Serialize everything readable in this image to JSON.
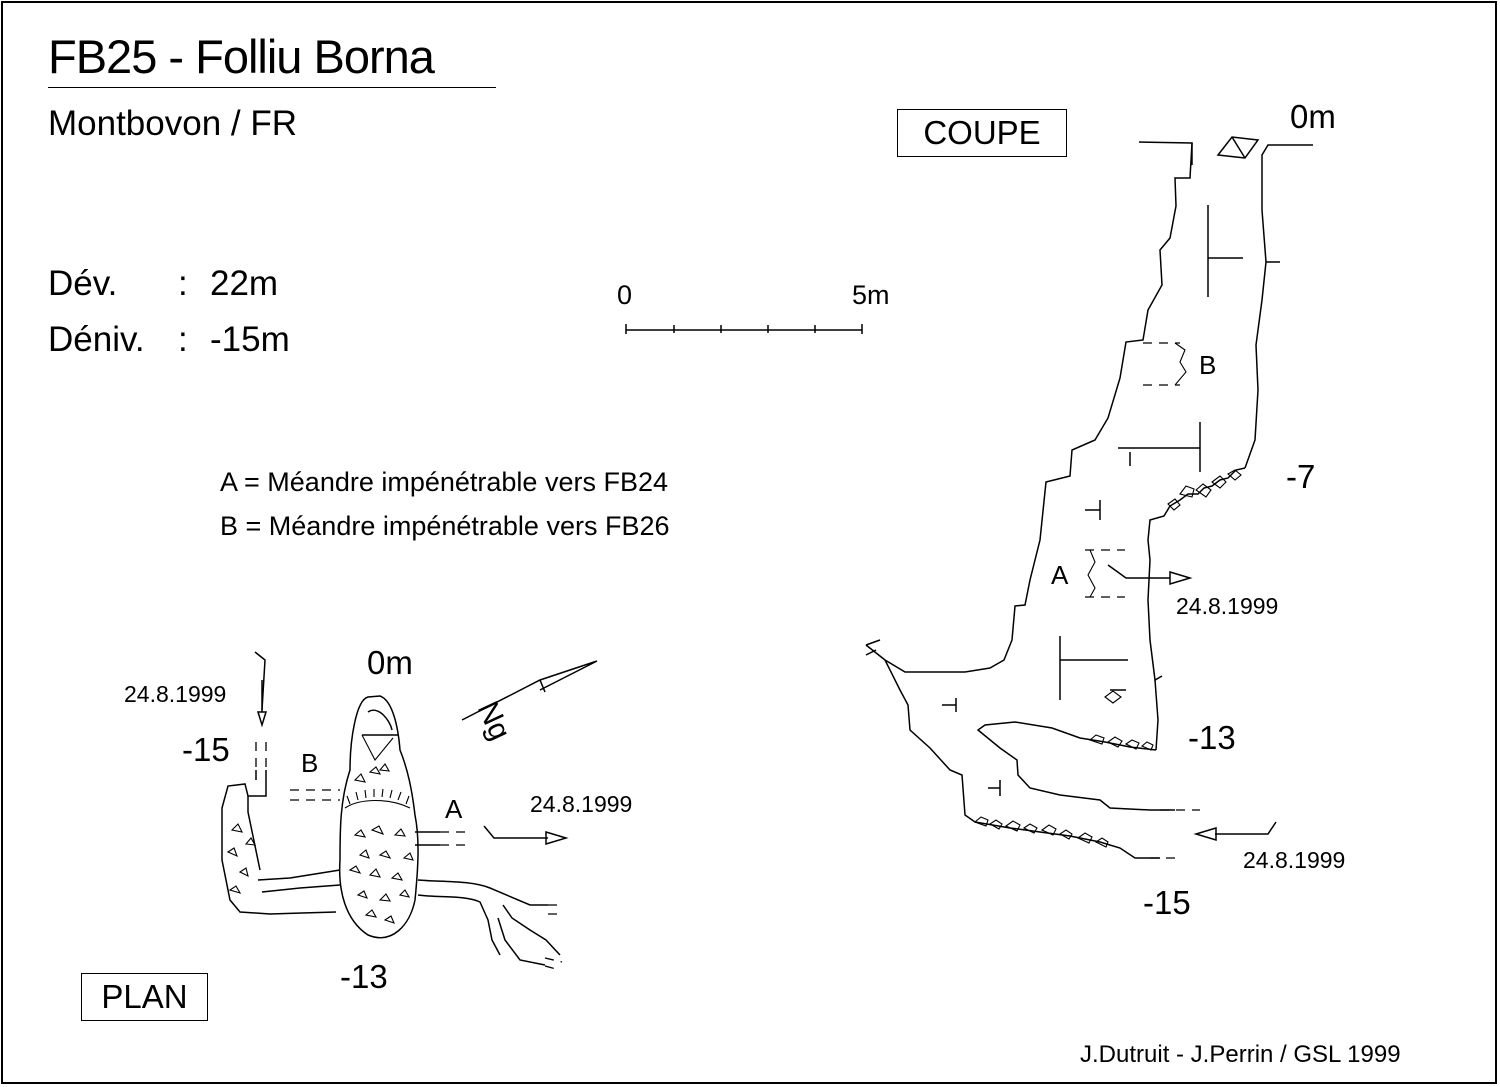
{
  "title": "FB25 - Folliu Borna",
  "location": "Montbovon / FR",
  "stats": [
    {
      "label": "Dév.",
      "colon": ":",
      "value": "22m"
    },
    {
      "label": "Déniv.",
      "colon": ":",
      "value": "-15m"
    }
  ],
  "scale_bar": {
    "start_label": "0",
    "end_label": "5m"
  },
  "legend": [
    "A = Méandre impénétrable vers FB24",
    "B = Méandre impénétrable vers FB26"
  ],
  "section": {
    "label": "COUPE",
    "depths": {
      "top": "0m",
      "d7": "-7",
      "d13": "-13",
      "d15": "-15"
    },
    "point_a": "A",
    "point_b": "B",
    "dates": [
      "24.8.1999",
      "24.8.1999"
    ]
  },
  "plan": {
    "label": "PLAN",
    "depths": {
      "top": "0m",
      "d15": "-15",
      "d13": "-13"
    },
    "point_a": "A",
    "point_b": "B",
    "dates": [
      "24.8.1999",
      "24.8.1999"
    ],
    "north": "Ng"
  },
  "credit": "J.Dutruit - J.Perrin /  GSL 1999"
}
